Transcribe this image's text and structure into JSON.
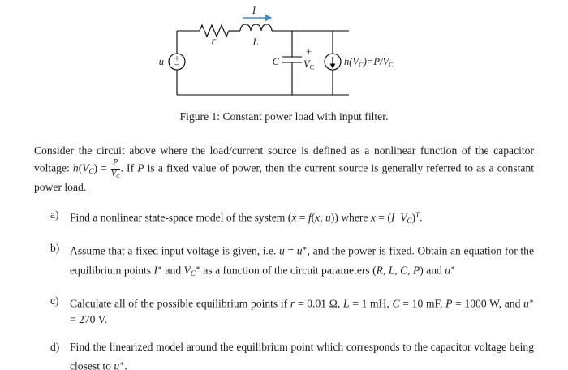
{
  "figure": {
    "caption": "Figure 1: Constant power load with input filter.",
    "colors": {
      "accent": "#3e8ed0",
      "wire": "#000000"
    },
    "labels": {
      "current": "I",
      "resistor": "r",
      "inductor": "L",
      "input_source": "u",
      "source_plus": "+",
      "source_minus": "−",
      "capacitor": "C",
      "cap_polarity": "+",
      "cap_voltage": "V",
      "cap_voltage_sub": "C",
      "load_pre": "h(V",
      "load_sub1": "C",
      "load_mid": ")=P/V",
      "load_sub2": "C"
    }
  },
  "body": {
    "paragraph": [
      {
        "t": "Consider the circuit above where the load/current source is defined as a nonlinear function of the capacitor voltage: "
      },
      {
        "t": "h",
        "s": "it"
      },
      {
        "t": "("
      },
      {
        "t": "V",
        "s": "it"
      },
      {
        "t": "C",
        "s": "sub"
      },
      {
        "t": ") = "
      },
      {
        "s": "frac",
        "num": [
          {
            "t": "P",
            "s": "it"
          }
        ],
        "den": [
          {
            "t": "V",
            "s": "it"
          },
          {
            "t": "C",
            "s": "sub"
          }
        ]
      },
      {
        "t": ". If "
      },
      {
        "t": "P",
        "s": "it"
      },
      {
        "t": " is a fixed value of power, then the current source is generally referred to as a constant power load."
      }
    ],
    "items": [
      {
        "label": "a)",
        "segments": [
          {
            "t": "Find a nonlinear state-space model of the system ("
          },
          {
            "t": "ẋ",
            "s": "it"
          },
          {
            "t": " = "
          },
          {
            "t": "f",
            "s": "it"
          },
          {
            "t": "("
          },
          {
            "t": "x",
            "s": "it"
          },
          {
            "t": ", "
          },
          {
            "t": "u",
            "s": "it"
          },
          {
            "t": ")) where "
          },
          {
            "t": "x",
            "s": "it"
          },
          {
            "t": " = ("
          },
          {
            "t": "I",
            "s": "it"
          },
          {
            "t": " "
          },
          {
            "t": "V",
            "s": "it"
          },
          {
            "t": "C",
            "s": "sub"
          },
          {
            "t": ")"
          },
          {
            "t": "T",
            "s": "supit"
          },
          {
            "t": "."
          }
        ]
      },
      {
        "label": "b)",
        "segments": [
          {
            "t": "Assume that a fixed input voltage is given, i.e. "
          },
          {
            "t": "u",
            "s": "it"
          },
          {
            "t": " = "
          },
          {
            "t": "u",
            "s": "it"
          },
          {
            "t": "∗",
            "s": "sup"
          },
          {
            "t": ", and the power is fixed. Obtain an equation for the equilibrium points "
          },
          {
            "t": "I",
            "s": "it"
          },
          {
            "t": "∗",
            "s": "sup"
          },
          {
            "t": " and "
          },
          {
            "t": "V",
            "s": "it"
          },
          {
            "t": "C",
            "s": "sub"
          },
          {
            "t": "∗",
            "s": "sup"
          },
          {
            "t": " as a function of the circuit parameters ("
          },
          {
            "t": "R",
            "s": "it"
          },
          {
            "t": ", "
          },
          {
            "t": "L",
            "s": "it"
          },
          {
            "t": ", "
          },
          {
            "t": "C",
            "s": "it"
          },
          {
            "t": ", "
          },
          {
            "t": "P",
            "s": "it"
          },
          {
            "t": ") and "
          },
          {
            "t": "u",
            "s": "it"
          },
          {
            "t": "∗",
            "s": "sup"
          }
        ]
      },
      {
        "label": "c)",
        "segments": [
          {
            "t": "Calculate all of the possible equilibrium points if "
          },
          {
            "t": "r",
            "s": "it"
          },
          {
            "t": " = 0.01 Ω, "
          },
          {
            "t": "L",
            "s": "it"
          },
          {
            "t": " = 1 mH, "
          },
          {
            "t": "C",
            "s": "it"
          },
          {
            "t": " = 10 mF, "
          },
          {
            "t": "P",
            "s": "it"
          },
          {
            "t": " = 1000 W, and "
          },
          {
            "t": "u",
            "s": "it"
          },
          {
            "t": "∗",
            "s": "sup"
          },
          {
            "t": " = 270 V."
          }
        ]
      },
      {
        "label": "d)",
        "segments": [
          {
            "t": "Find the linearized model around the equilibrium point which corresponds to the capacitor voltage being closest to "
          },
          {
            "t": "u",
            "s": "it"
          },
          {
            "t": "∗",
            "s": "sup"
          },
          {
            "t": "."
          }
        ]
      }
    ]
  }
}
